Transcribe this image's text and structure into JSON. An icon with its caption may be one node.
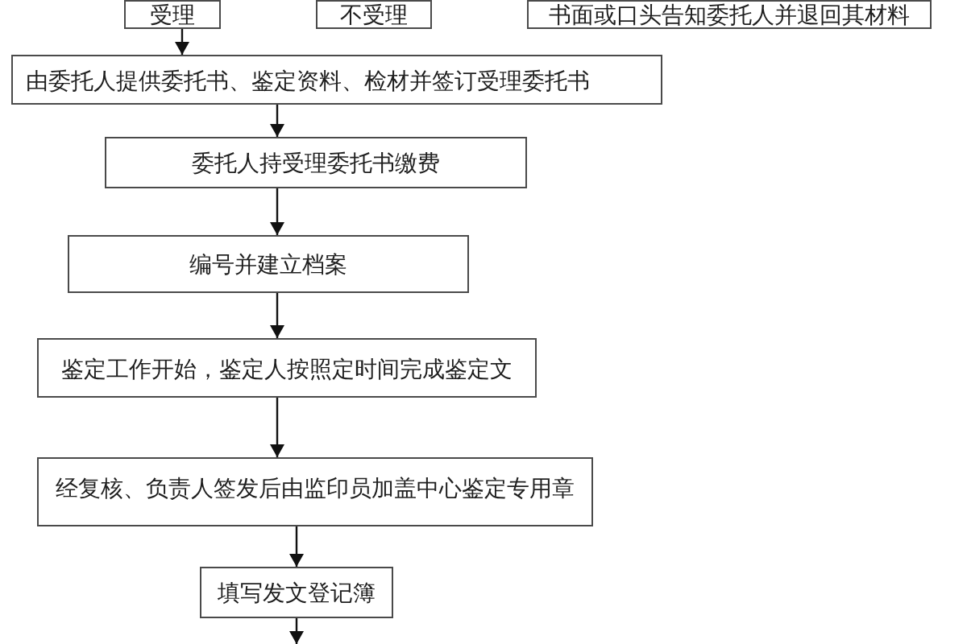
{
  "diagram": {
    "nodes": [
      {
        "text": [
          "受理"
        ]
      },
      {
        "text": [
          "不受理"
        ]
      },
      {
        "text": [
          "书面或口头告知委托人并退回其材料"
        ]
      },
      {
        "text": [
          "由委托人提供委托书、鉴定资料、检材并签订受理委托书"
        ]
      },
      {
        "text": [
          "委托人持受理委托书缴费"
        ]
      },
      {
        "text": [
          "编号并建立档案"
        ]
      },
      {
        "text": [
          "鉴定工作开始，鉴定人按照定时间完成鉴定文"
        ]
      },
      {
        "text": [
          "经复核、负责人签发后由监印员加盖中心鉴定专用章"
        ]
      },
      {
        "text": [
          "填写发文登记簿"
        ]
      }
    ],
    "edges": [
      {
        "from": 0,
        "to": 3,
        "arrow": "to"
      },
      {
        "from": 3,
        "to": 4,
        "arrow": "to"
      },
      {
        "from": 4,
        "to": 5,
        "arrow": "to"
      },
      {
        "from": 5,
        "to": 6,
        "arrow": "to"
      },
      {
        "from": 6,
        "to": 7,
        "arrow": "to"
      },
      {
        "from": 7,
        "to": 8,
        "arrow": "to"
      },
      {
        "from": 8,
        "to": null,
        "arrow": "to"
      }
    ]
  }
}
